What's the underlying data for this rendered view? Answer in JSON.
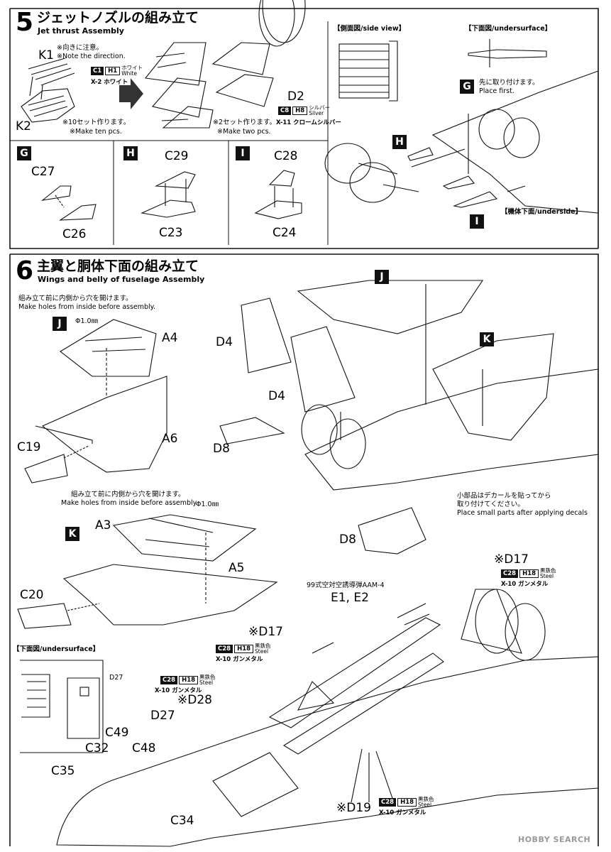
{
  "step5": {
    "number": "5",
    "title_ja": "ジェットノズルの組み立て",
    "title_en": "Jet thrust Assembly",
    "k1": {
      "label": "K1",
      "note_ja": "※向きに注意。",
      "note_en": "※Note the direction."
    },
    "k2": {
      "label": "K2",
      "note_ja": "※10セット作ります。",
      "note_en": "※Make ten pcs."
    },
    "d2": {
      "label": "D2",
      "note_ja": "※2セット作ります。",
      "note_en": "※Make two pcs."
    },
    "paint_c1": {
      "code": "C1",
      "h": "H1",
      "ja": "ホワイト",
      "en": "White",
      "sub": "X-2 ホワイト"
    },
    "paint_c8": {
      "code": "C8",
      "h": "H8",
      "ja": "シルバー",
      "en": "Silver",
      "sub": "X-11 クロームシルバー"
    },
    "side_view": "【側面図/side view】",
    "undersurface": "【下面図/undersurface】",
    "g_note_ja": "先に取り付けます。",
    "g_note_en": "Place first.",
    "underside": "【機体下面/underside】",
    "sub_g": {
      "letter": "G",
      "parts": [
        "C27",
        "C26"
      ]
    },
    "sub_h": {
      "letter": "H",
      "parts": [
        "C29",
        "C23"
      ]
    },
    "sub_i": {
      "letter": "I",
      "parts": [
        "C28",
        "C24"
      ]
    },
    "assy_labels": {
      "h": "H",
      "g": "G",
      "i": "I"
    }
  },
  "step6": {
    "number": "6",
    "title_ja": "主翼と胴体下面の組み立て",
    "title_en": "Wings and belly of fuselage Assembly",
    "hole_note_ja": "組み立て前に内側から穴を開けます。",
    "hole_note_en": "Make holes from inside before assembly.",
    "hole_note2_ja": "組み立て前に内側から穴を開けます。",
    "hole_note2_en": "Make holes from inside before assembly.",
    "dia": "Φ1.0㎜",
    "dia2": "Φ1.0㎜",
    "j_parts": [
      "A4",
      "A6",
      "C19"
    ],
    "k_parts": [
      "A3",
      "A5",
      "C20"
    ],
    "right_labels": [
      "D4",
      "D4",
      "D8",
      "D8"
    ],
    "decal_note_ja": "小部品はデカールを貼ってから",
    "decal_note_ja2": "取り付けてください。",
    "decal_note_en": "Place small parts after applying decals",
    "missile_ja": "99式空対空誘導弾AAM-4",
    "missile_parts": "E1, E2",
    "undersurface": "【下面図/undersurface】",
    "d27_small": "D27",
    "callouts": {
      "d17a": "※D17",
      "d17b": "※D17",
      "d28": "※D28",
      "d27": "D27",
      "c49": "C49",
      "c32": "C32",
      "c48": "C48",
      "c35": "C35",
      "c34": "C34",
      "d19": "※D19"
    },
    "paint_c28": {
      "code": "C28",
      "h": "H18",
      "ja": "黒鉄色",
      "en": "Steel",
      "sub": "X-10 ガンメタル"
    }
  },
  "watermark": "HOBBY SEARCH"
}
